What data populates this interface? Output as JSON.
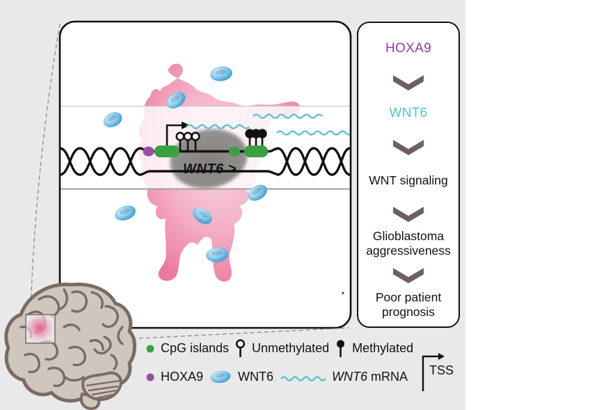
{
  "figure": {
    "cascade": {
      "step1": "HOXA9",
      "step2": "WNT6",
      "step3": "WNT signaling",
      "step4_line1": "Glioblastoma",
      "step4_line2": "aggressiveness",
      "step5_line1": "Poor patient",
      "step5_line2": "prognosis"
    },
    "cell": {
      "gene_label": "WNT6 >"
    },
    "legend": {
      "cpg_islands": "CpG islands",
      "unmethylated": "Unmethylated",
      "methylated": "Methylated",
      "hoxa9": "HOXA9",
      "wnt6": "WNT6",
      "mrna_italic": "WNT6",
      "mrna_rest": "mRNA",
      "tss": "TSS"
    }
  },
  "palette": {
    "bg-gray": "#e9e9e9",
    "purple": "#9137ae",
    "cyan": "#57c0c6",
    "chevron": "#6e6060",
    "green": "#3aa13f",
    "hoxa9-dot": "#9b4fa5",
    "mrna": "#54bfcf",
    "ink": "#111111"
  },
  "icons": [
    "cpg-island-dot",
    "unmethylated-lollipop-icon",
    "methylated-lollipop-icon",
    "hoxa9-dot",
    "wnt6-capsule-icon",
    "mrna-wave-icon",
    "tss-arrow-icon",
    "chevron-down-icon",
    "brain-icon"
  ]
}
